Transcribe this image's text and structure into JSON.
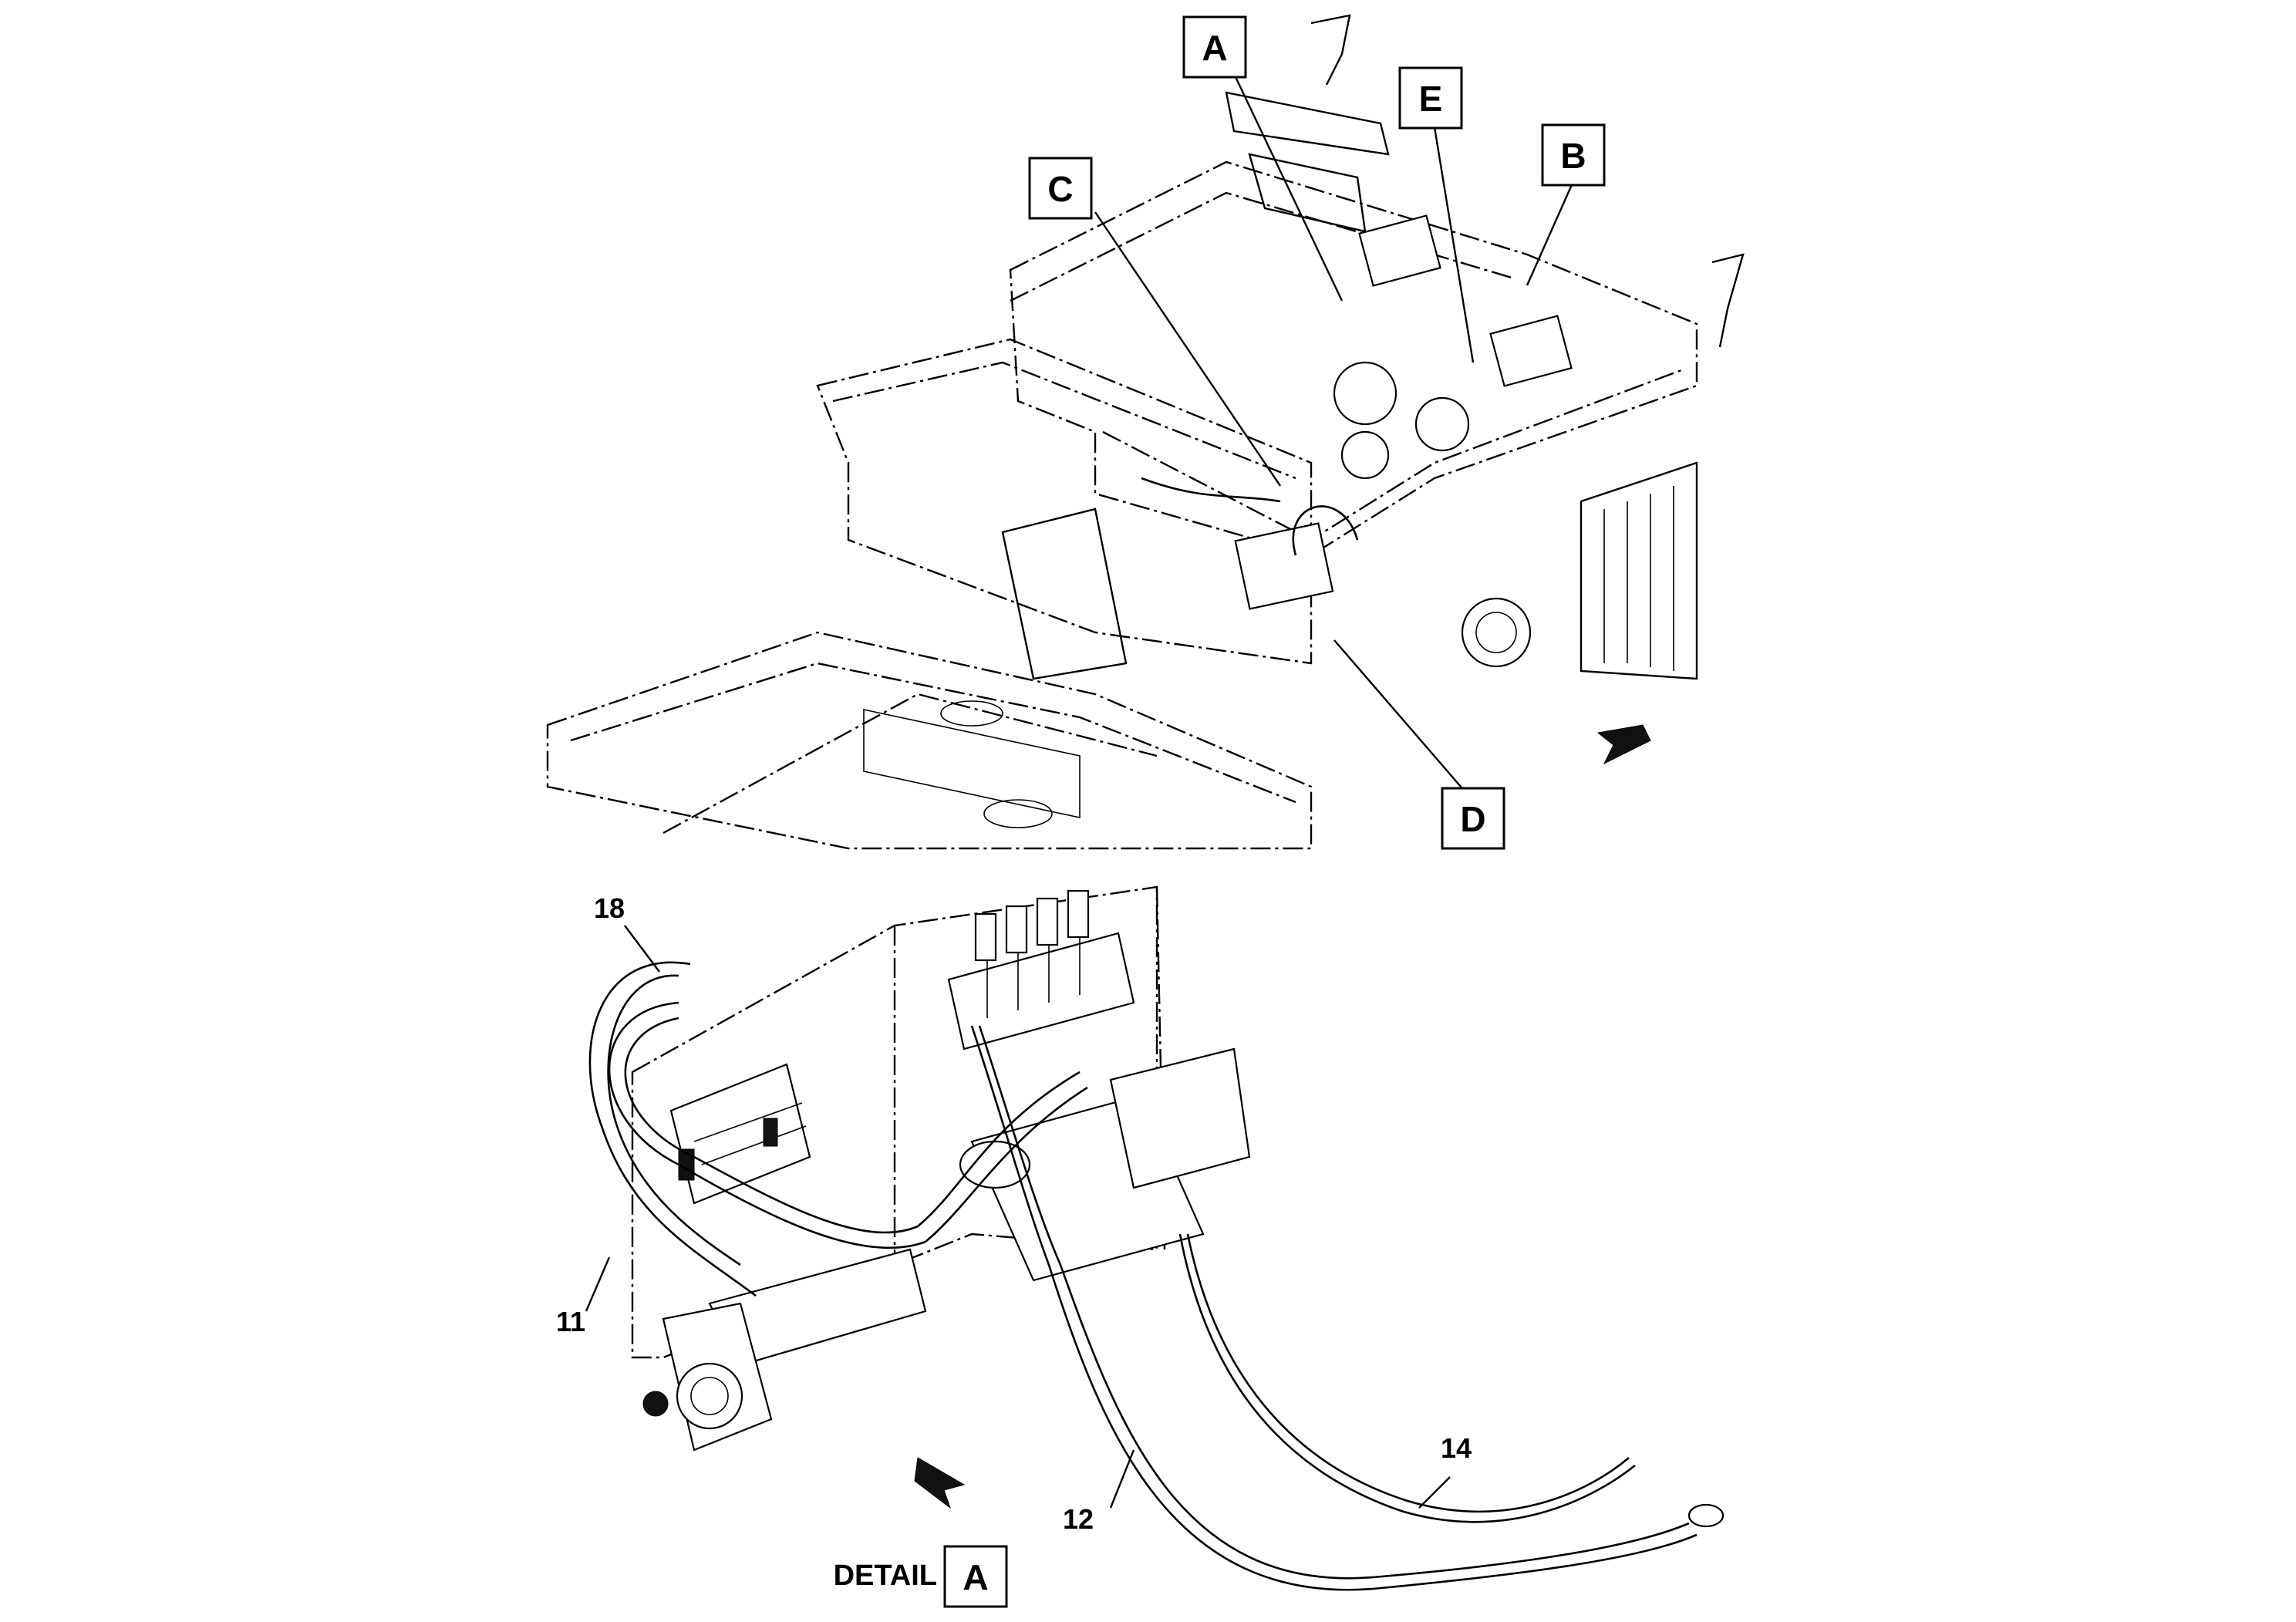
{
  "overview": {
    "callouts": [
      {
        "id": "A",
        "label": "A"
      },
      {
        "id": "B",
        "label": "B"
      },
      {
        "id": "C",
        "label": "C"
      },
      {
        "id": "D",
        "label": "D"
      },
      {
        "id": "E",
        "label": "E"
      }
    ]
  },
  "detail": {
    "prefix": "DETAIL",
    "label": "A",
    "items": [
      {
        "id": "18",
        "label": "18"
      },
      {
        "id": "11",
        "label": "11"
      },
      {
        "id": "12",
        "label": "12"
      },
      {
        "id": "14",
        "label": "14"
      }
    ]
  }
}
